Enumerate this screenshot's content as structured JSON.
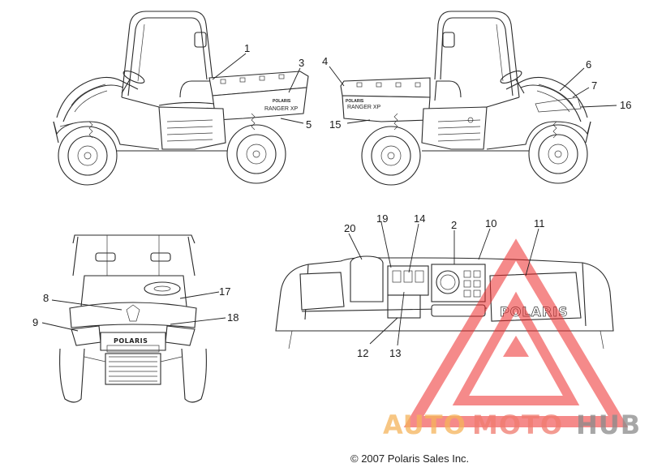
{
  "copyright": "© 2007 Polaris Sales Inc.",
  "decal_text": {
    "brand_small": "POLARIS",
    "model": "RANGER XP",
    "front_brand": "POLARIS",
    "dash_brand": "POLARIS"
  },
  "callouts": [
    "1",
    "2",
    "3",
    "4",
    "5",
    "6",
    "7",
    "8",
    "9",
    "10",
    "11",
    "12",
    "13",
    "14",
    "15",
    "16",
    "17",
    "18",
    "19",
    "20"
  ],
  "watermark": {
    "part1": "AUTO",
    "part2": "MOTO",
    "part3": "HUB",
    "colors": {
      "auto": "#f5b45a",
      "moto": "#f07a6e",
      "hub": "#8a8a8a",
      "triangle": "#ee2b2b"
    }
  }
}
